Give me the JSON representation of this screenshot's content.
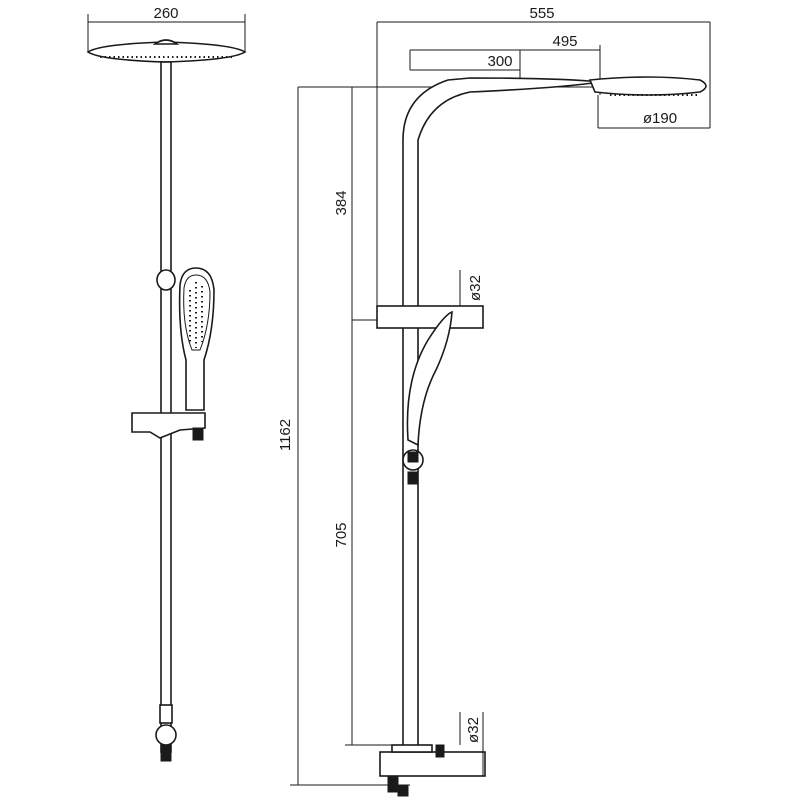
{
  "dimensions": {
    "top_width": "260",
    "overall_reach": "555",
    "arm_reach": "495",
    "arm_inner": "300",
    "head_diameter": "ø190",
    "pipe_diameter_upper": "ø32",
    "pipe_diameter_lower": "ø32",
    "upper_height": "384",
    "lower_height": "705",
    "total_height": "1162"
  }
}
